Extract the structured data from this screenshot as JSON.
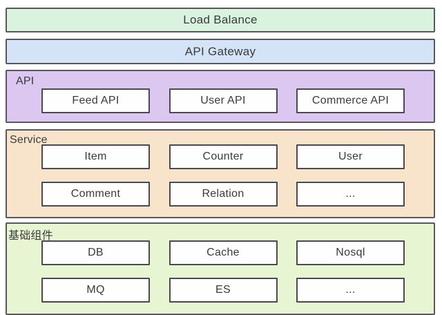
{
  "diagram": {
    "type": "layered-architecture",
    "bands": [
      {
        "id": "load-balance",
        "label": "Load Balance",
        "fill": "#d9f3de",
        "rows": []
      },
      {
        "id": "api-gateway",
        "label": "API Gateway",
        "fill": "#d5e3f7",
        "rows": []
      },
      {
        "id": "api",
        "label": "API",
        "fill": "#dcc7f1",
        "rows": [
          [
            "Feed API",
            "User API",
            "Commerce API"
          ]
        ]
      },
      {
        "id": "service",
        "label": "Service",
        "fill": "#f7e4ca",
        "rows": [
          [
            "Item",
            "Counter",
            "User"
          ],
          [
            "Comment",
            "Relation",
            "..."
          ]
        ]
      },
      {
        "id": "base-components",
        "label": "基础组件",
        "fill": "#e8f5d2",
        "rows": [
          [
            "DB",
            "Cache",
            "Nosql"
          ],
          [
            "MQ",
            "ES",
            "..."
          ]
        ]
      }
    ],
    "colors": {
      "background": "#ffffff",
      "band_border": "#57575c",
      "node_border": "#49494f",
      "node_fill": "#fefefe",
      "text": "#3a3a3e"
    }
  }
}
